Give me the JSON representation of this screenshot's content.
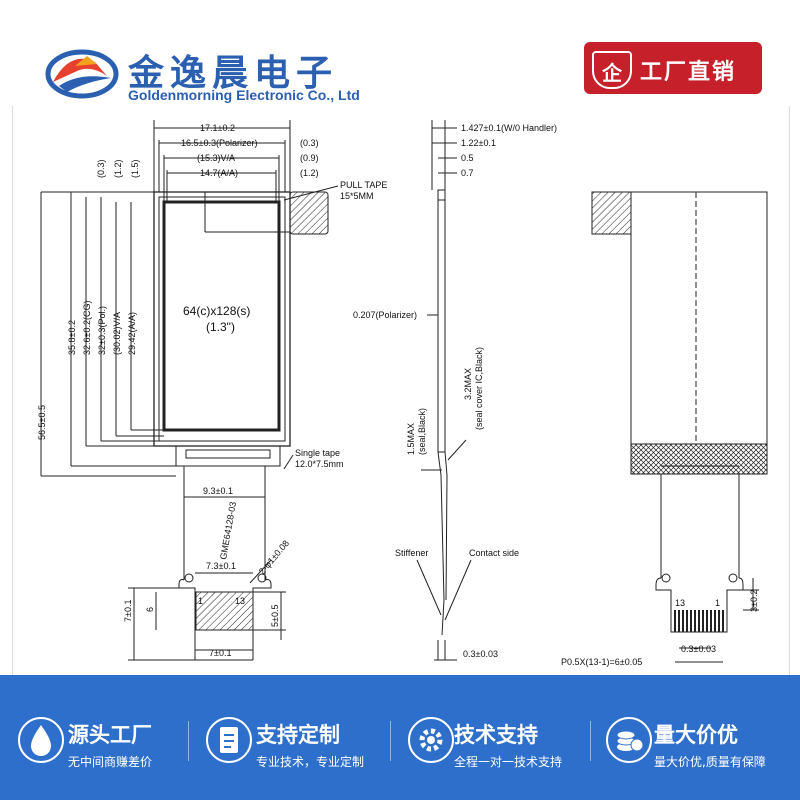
{
  "header": {
    "company_cn": "金逸晨电子",
    "company_en": "Goldenmorning Electronic Co., Ltd",
    "badge_icon_text": "企",
    "badge_text": "工厂直销"
  },
  "drawing": {
    "front": {
      "dim_17_1": "17.1±0.2",
      "dim_16_5": "16.5±0.3(Polarizer)",
      "dim_16_5_r": "(0.3)",
      "dim_15_3": "(15.3)V/A",
      "dim_15_3_r": "(0.9)",
      "dim_14_7": "14.7(A/A)",
      "dim_14_7_r": "(1.2)",
      "pull_tape": "PULL TAPE",
      "pull_tape_size": "15*5MM",
      "v_03": "(0.3)",
      "v_12": "(1.2)",
      "v_15": "(1.5)",
      "v_56_5": "56.5±0.5",
      "v_35_8": "35.8±0.2",
      "v_32_6": "32.6±0.2(CG)",
      "v_32": "32±0.3(Pol.)",
      "v_30_02": "(30.02)V/A",
      "v_29_42": "29.42(A/A)",
      "resolution": "64(c)x128(s)",
      "diag": "(1.3\")",
      "single_tape": "Single tape",
      "single_tape_size": "12.0*7.5mm",
      "fpc_width": "9.3±0.1",
      "part_no": "GME64128-03",
      "holes": "2-φ1±0.08",
      "dim_7_3": "7.3±0.1",
      "dim_7v": "7±0.1",
      "dim_6": "6",
      "dim_5": "5±0.5",
      "pin_1": "1",
      "pin_13": "13",
      "dim_7h": "7±0.1"
    },
    "side": {
      "t_1_427": "1.427±0.1(W/0 Handler)",
      "t_1_22": "1.22±0.1",
      "t_0_5": "0.5",
      "t_0_7": "0.7",
      "polarizer": "0.207(Polarizer)",
      "seal1": "1.5MAX",
      "seal1_b": "(seal,Black)",
      "seal2": "3.2MAX",
      "seal2_b": "(seal cover IC,Black)",
      "stiffener": "Stiffener",
      "contact": "Contact side",
      "fpc_t": "0.3±0.03"
    },
    "back": {
      "pin_13": "13",
      "pin_1": "1",
      "dim_3": "3±0.2",
      "pitch_w": "0.3±0.03",
      "pitch": "P0.5X(13-1)=6±0.05"
    }
  },
  "footer": {
    "features": [
      {
        "icon": "flame-drop-icon",
        "title": "源头工厂",
        "sub": "无中间商赚差价"
      },
      {
        "icon": "document-icon",
        "title": "支持定制",
        "sub": "专业技术，专业定制"
      },
      {
        "icon": "gear-icon",
        "title": "技术支持",
        "sub": "全程一对一技术支持"
      },
      {
        "icon": "coins-icon",
        "title": "量大价优",
        "sub": "量大价优,质量有保障"
      }
    ]
  },
  "colors": {
    "brand_blue": "#2b5fb0",
    "badge_red": "#c6212b",
    "footer_blue": "#2f6fcc"
  }
}
